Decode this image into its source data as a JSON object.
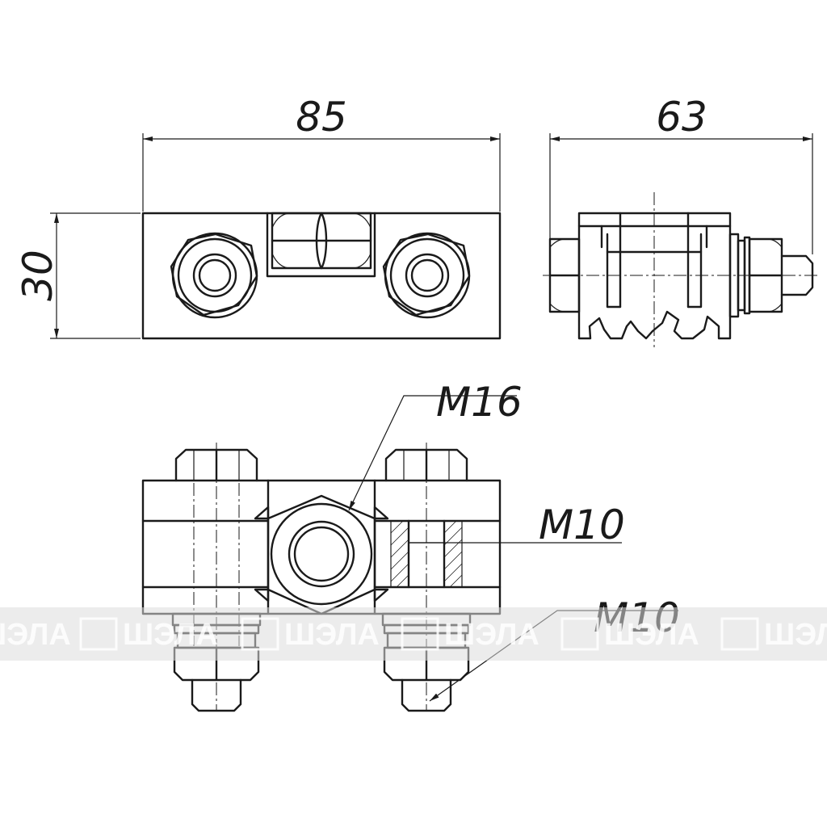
{
  "dimensions": {
    "front_width": "85",
    "side_width": "63",
    "front_height": "30"
  },
  "callouts": {
    "center_bolt": "M16",
    "cross_bolt": "M10",
    "lower_bolt": "M10"
  },
  "watermark": {
    "text": "ШЭЛА",
    "repeats": 5
  }
}
